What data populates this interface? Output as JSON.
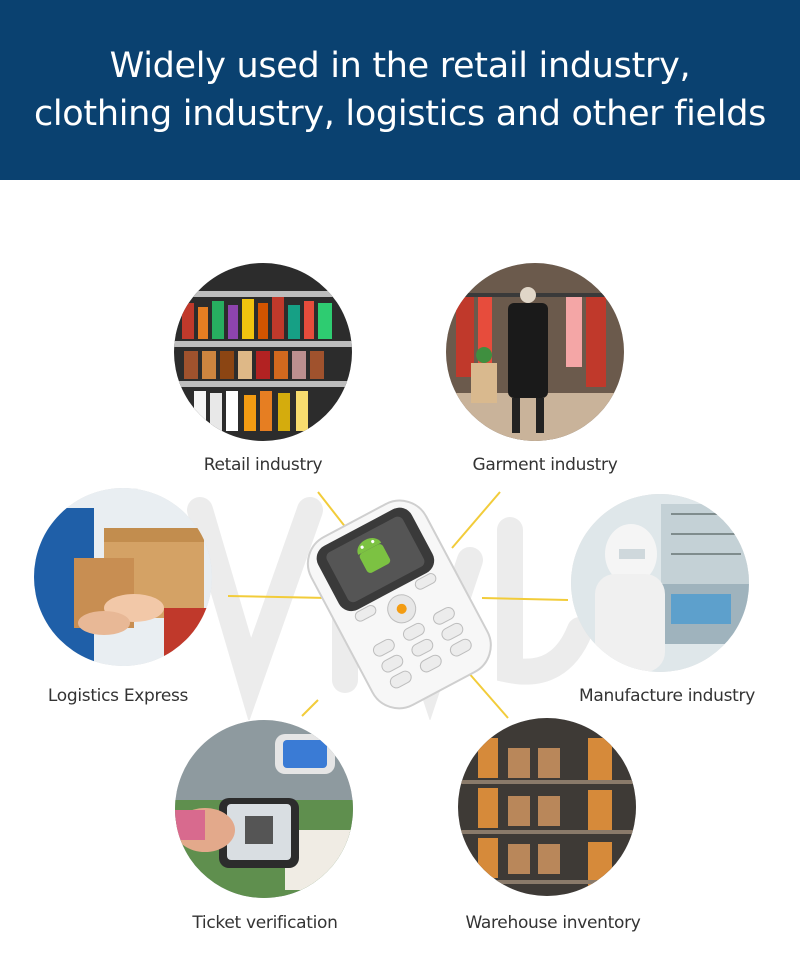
{
  "header": {
    "line1": "Widely used in the retail industry,",
    "line2": "clothing industry, logistics and other fields"
  },
  "industries": [
    {
      "label": "Retail industry"
    },
    {
      "label": "Garment industry"
    },
    {
      "label": "Logistics Express"
    },
    {
      "label": "Manufacture industry"
    },
    {
      "label": "Ticket verification"
    },
    {
      "label": "Warehouse inventory"
    }
  ],
  "colors": {
    "banner": "#0a4170",
    "connector": "#f2cc3a",
    "text": "#333333"
  },
  "icons": [
    "android-icon",
    "handheld-scanner-icon"
  ]
}
